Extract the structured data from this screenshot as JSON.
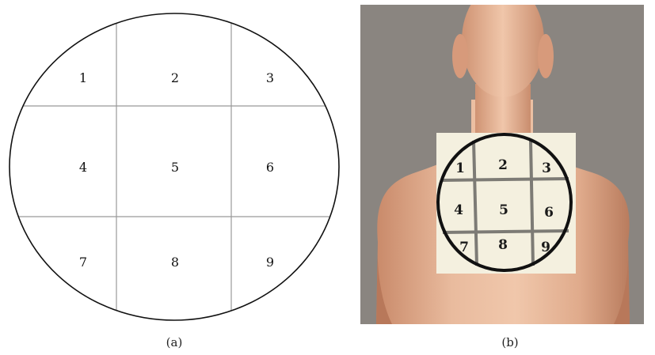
{
  "panel_a": {
    "caption": "(a)",
    "cells": [
      "1",
      "2",
      "3",
      "4",
      "5",
      "6",
      "7",
      "8",
      "9"
    ]
  },
  "panel_b": {
    "caption": "(b)",
    "cells": [
      "1",
      "2",
      "3",
      "4",
      "5",
      "6",
      "7",
      "8",
      "9"
    ]
  },
  "colors": {
    "background_b": "#8a8580",
    "skin": "#e7b79a",
    "patch": "#f4f0df",
    "outline": "#111111",
    "grid_b": "#7d7b75",
    "grid_a": "#999999"
  }
}
